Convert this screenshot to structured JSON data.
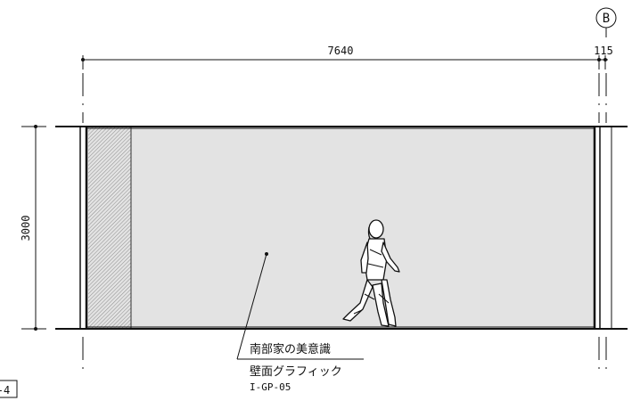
{
  "drawing": {
    "grid_marker": "B",
    "dimensions": {
      "width_main": "7640",
      "width_small": "115",
      "height": "3000"
    },
    "callout": {
      "title": "南部家の美意識",
      "subtitle": "壁面グラフィック",
      "code": "I-GP-05"
    },
    "sheet_ref": "-4"
  },
  "colors": {
    "wall_fill": "#e3e3e3",
    "line": "#111111",
    "hatch": "#9a9a9a"
  }
}
